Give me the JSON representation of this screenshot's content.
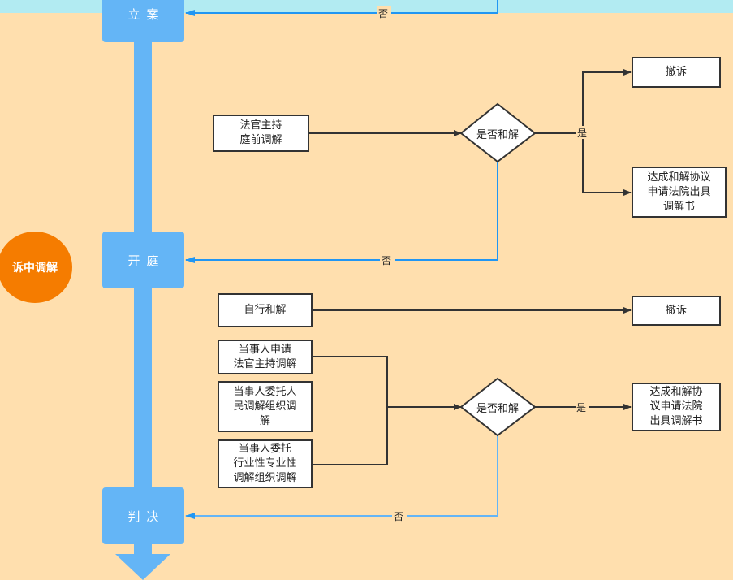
{
  "circle_label": "诉中调解",
  "stages": {
    "filing": "立案",
    "trial": "开庭",
    "judgment": "判决"
  },
  "edges": {
    "yes": "是",
    "no": "否"
  },
  "section1": {
    "start": "法官主持\n庭前调解",
    "decision": "是否和解",
    "withdraw": "撤诉",
    "agreement": "达成和解协议\n申请法院出具\n调解书"
  },
  "section2": {
    "self_settle": "自行和解",
    "withdraw": "撤诉",
    "option_judge": "当事人申请\n法官主持调解",
    "option_people": "当事人委托人\n民调解组织调\n解",
    "option_industry": "当事人委托\n行业性专业性\n调解组织调解",
    "decision": "是否和解",
    "agreement": "达成和解协\n议申请法院\n出具调解书"
  },
  "colors": {
    "background": "#ffdfae",
    "blue": "#64b5f6",
    "orange": "#f57c00",
    "arrow_blue": "#2196f3"
  }
}
